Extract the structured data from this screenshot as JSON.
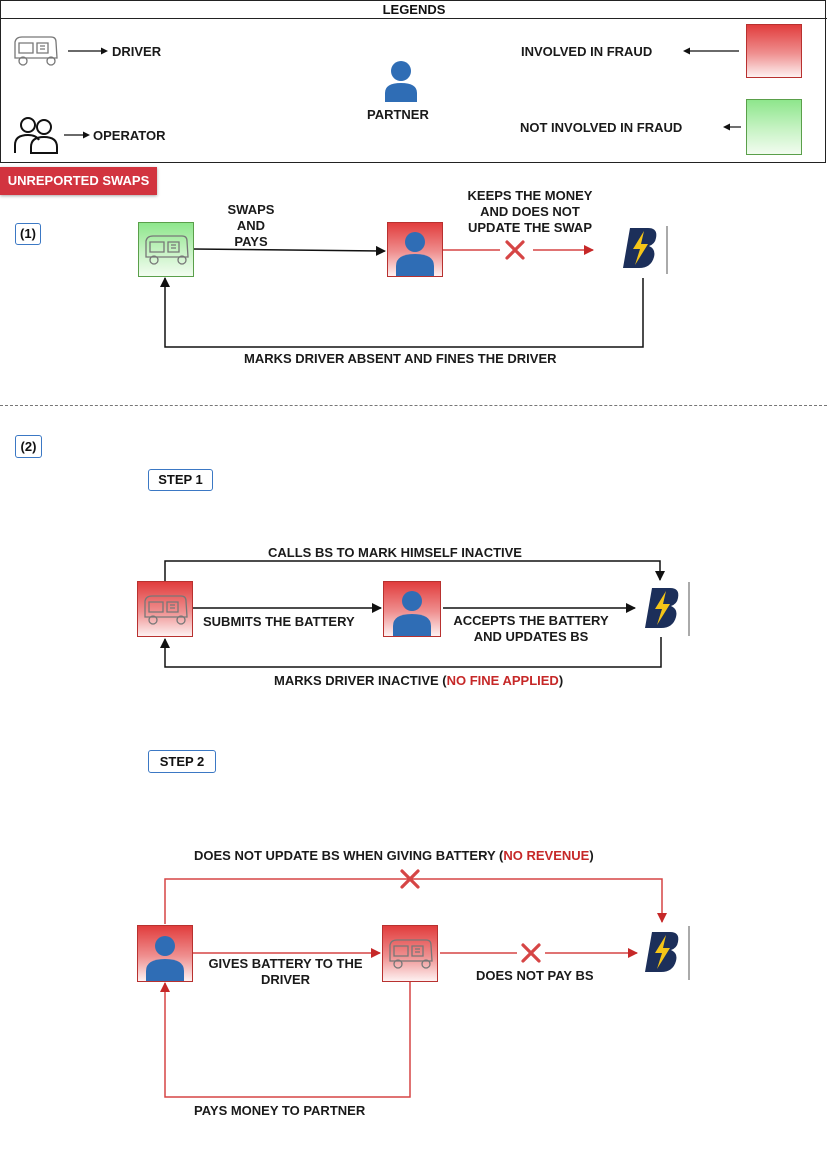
{
  "legend": {
    "title": "LEGENDS",
    "driver": "DRIVER",
    "operator": "OPERATOR",
    "partner": "PARTNER",
    "involved": "INVOLVED  IN  FRAUD",
    "not_involved": "NOT  INVOLVED  IN  FRAUD",
    "colors": {
      "fraud": "#e13d3d",
      "no_fraud": "#8ee68c",
      "accent_blue": "#2f6db5",
      "logo_navy": "#1c2f5a",
      "logo_bolt": "#f5c518"
    }
  },
  "section_tag": "UNREPORTED SWAPS",
  "case1": {
    "label": "(1)",
    "swaps_and_pays": [
      "SWAPS",
      "AND",
      "PAYS"
    ],
    "keeps_money": [
      "KEEPS THE MONEY",
      "AND DOES NOT",
      "UPDATE THE SWAP"
    ],
    "marks_absent": "MARKS DRIVER ABSENT AND FINES THE DRIVER"
  },
  "case2": {
    "label": "(2)",
    "step1": {
      "label": "STEP 1",
      "calls_bs": "CALLS BS TO MARK HIMSELF INACTIVE",
      "submits": "SUBMITS THE BATTERY",
      "accepts": [
        "ACCEPTS THE BATTERY",
        "AND UPDATES BS"
      ],
      "marks_inactive_prefix": "MARKS DRIVER INACTIVE (",
      "marks_inactive_highlight": "NO FINE APPLIED",
      "marks_inactive_suffix": ")"
    },
    "step2": {
      "label": "STEP 2",
      "no_update_prefix": "DOES NOT UPDATE BS WHEN GIVING BATTERY (",
      "no_update_highlight": "NO REVENUE",
      "no_update_suffix": ")",
      "gives_battery": [
        "GIVES BATTERY TO THE",
        "DRIVER"
      ],
      "does_not_pay": "DOES NOT PAY BS",
      "pays_money": "PAYS MONEY TO PARTNER"
    }
  },
  "icons": {
    "driver": "auto-rickshaw-icon",
    "operator": "people-icon",
    "partner": "person-icon",
    "brand": "bolt-b-logo-icon",
    "blocked": "x-cross-icon"
  }
}
